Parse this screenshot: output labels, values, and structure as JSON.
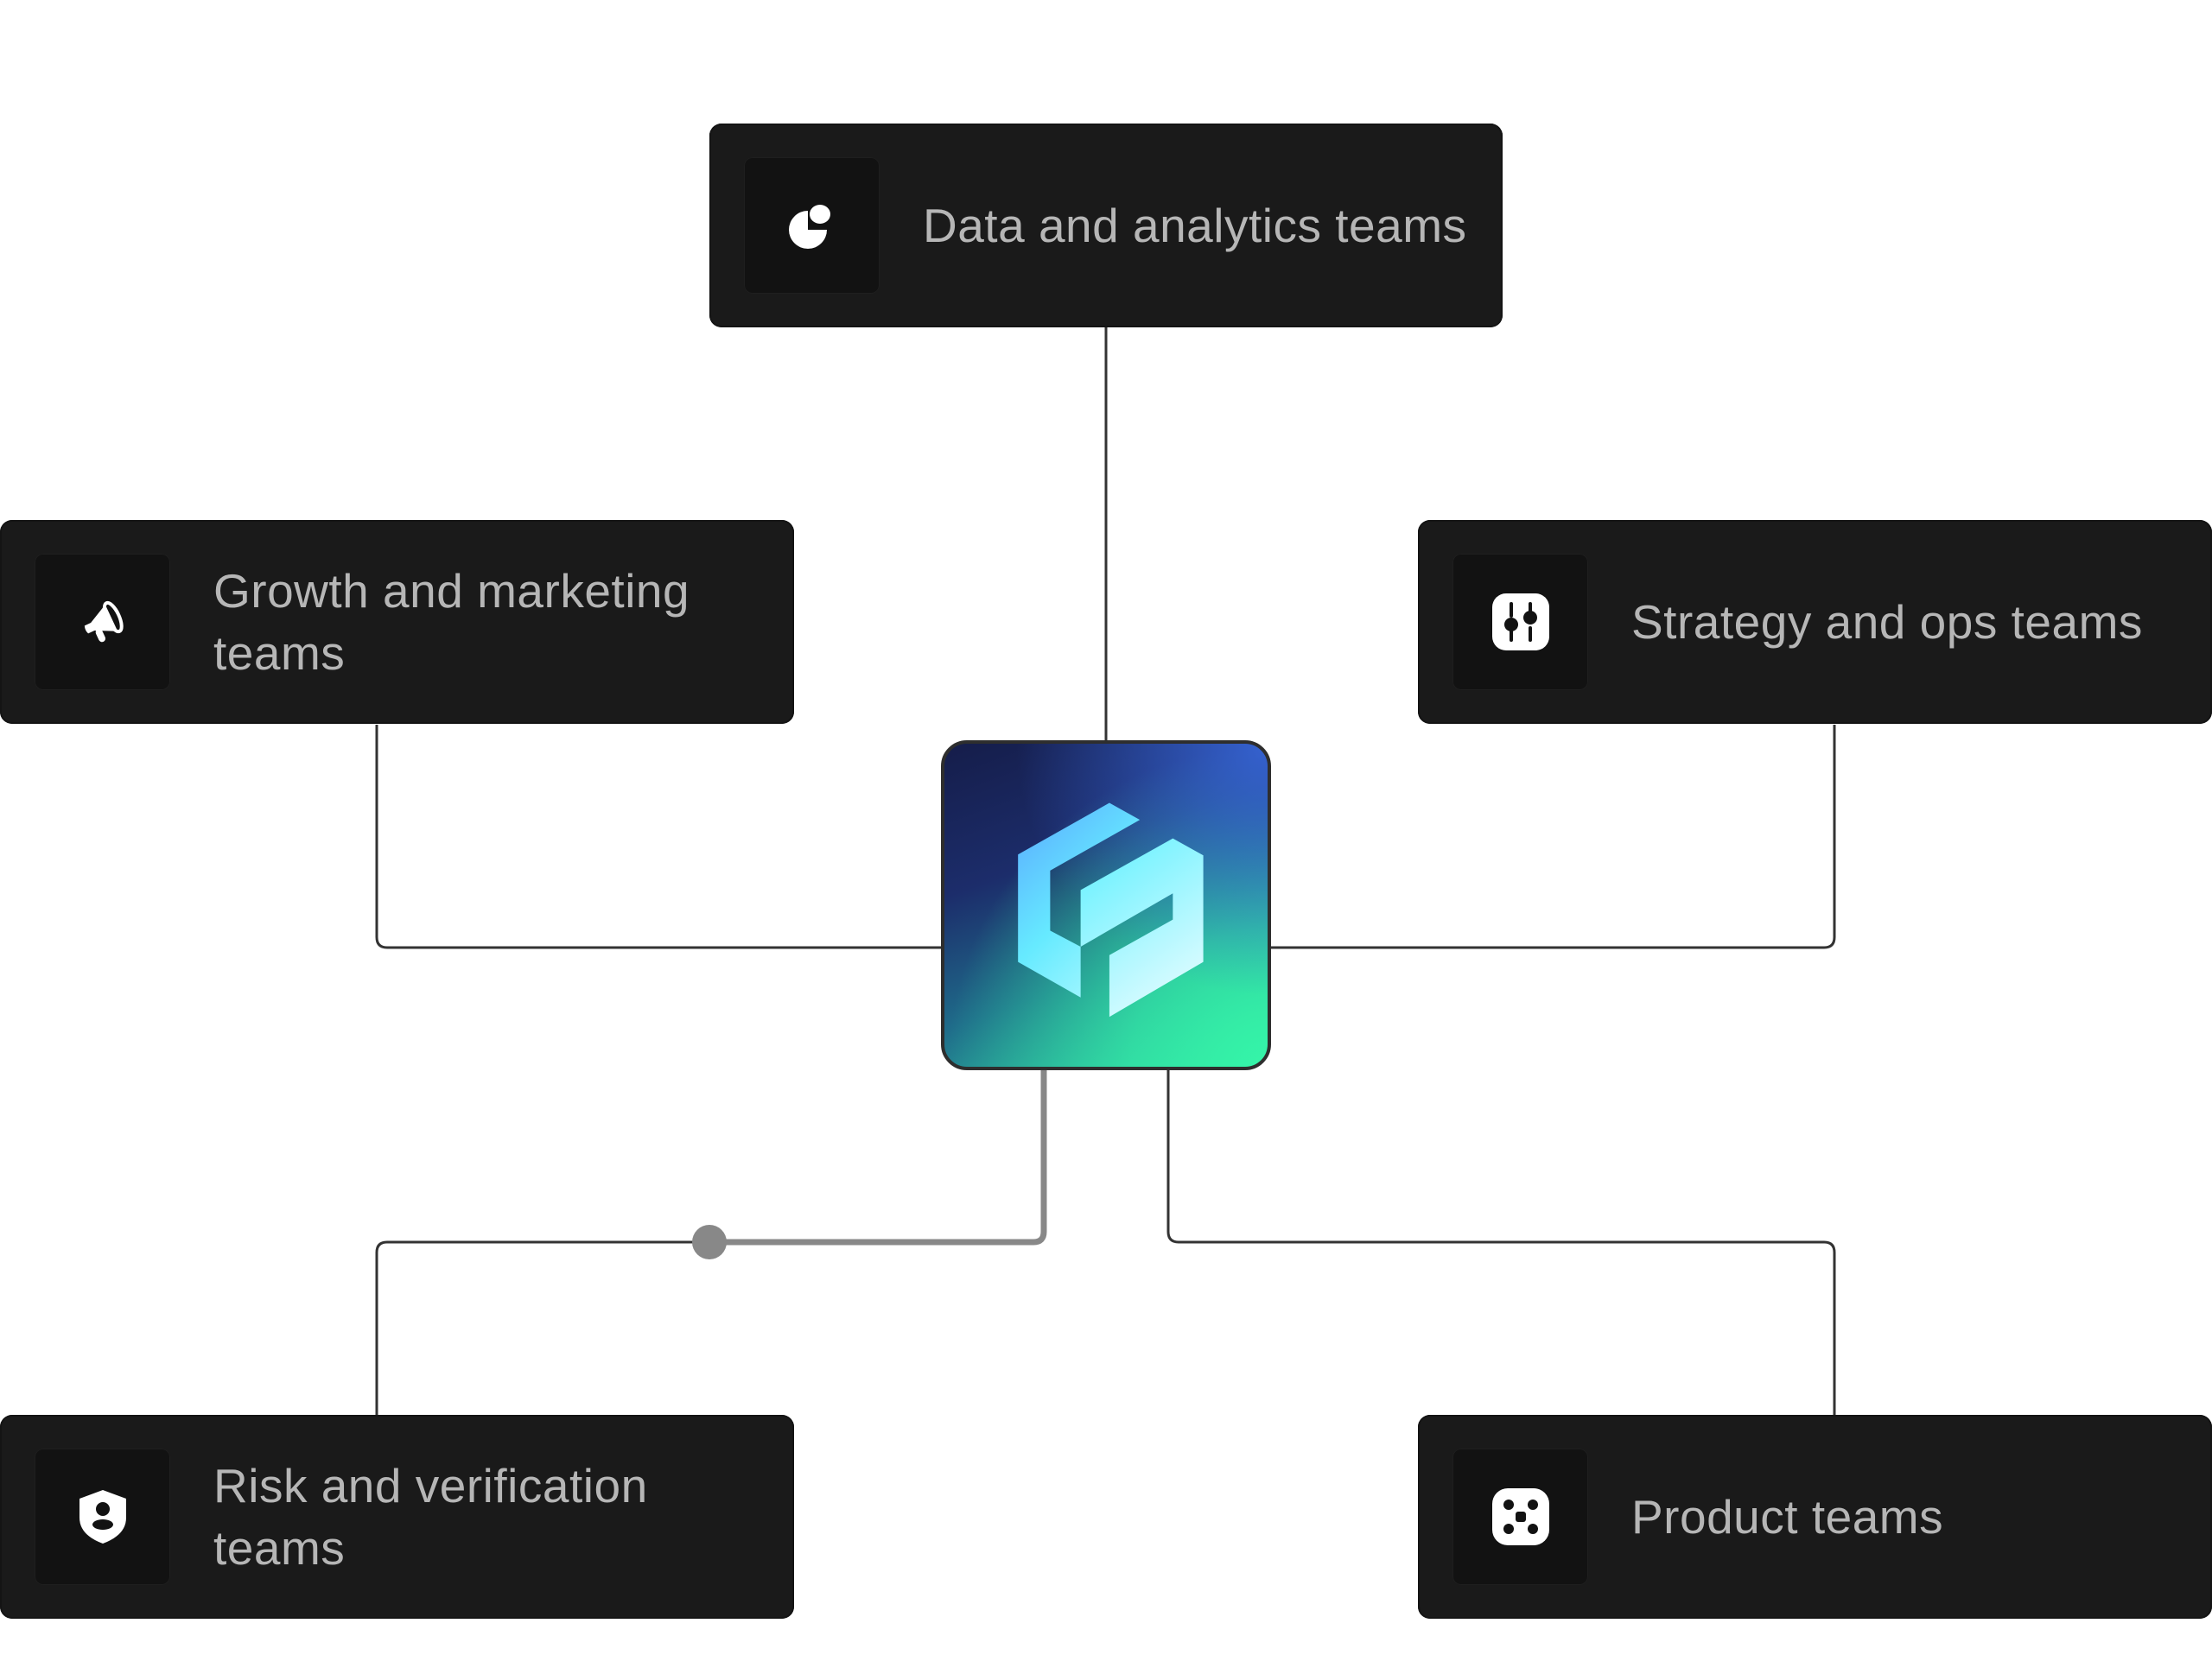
{
  "diagram": {
    "center": {
      "name": "platform-logo",
      "colors": {
        "top": "#1a2a66",
        "accent_blue": "#3562d0",
        "accent_green": "#35f5a8"
      }
    },
    "nodes": [
      {
        "id": "data",
        "label": "Data and analytics teams",
        "icon": "pie-chart-icon"
      },
      {
        "id": "growth",
        "label": "Growth and marketing teams",
        "icon": "megaphone-icon"
      },
      {
        "id": "strategy",
        "label": "Strategy and ops teams",
        "icon": "sliders-icon"
      },
      {
        "id": "risk",
        "label": "Risk and verification teams",
        "icon": "shield-user-icon"
      },
      {
        "id": "product",
        "label": "Product teams",
        "icon": "dice-icon"
      }
    ],
    "colors": {
      "card_bg": "#1a1a1a",
      "icon_tile_bg": "#121212",
      "label_text": "#b6b6b6",
      "connector": "#333333",
      "active_connector": "#888888"
    }
  }
}
